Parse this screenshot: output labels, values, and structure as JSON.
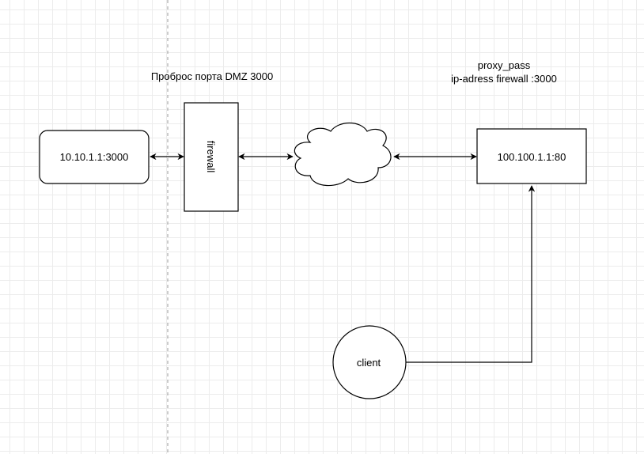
{
  "diagram": {
    "nodes": {
      "internal_server": {
        "label": "10.10.1.1:3000"
      },
      "firewall": {
        "label": "firewall"
      },
      "internet": {
        "label": ""
      },
      "proxy_server": {
        "label": "100.100.1.1:80"
      },
      "client": {
        "label": "client"
      }
    },
    "annotations": {
      "port_forward": "Проброс порта DMZ 3000",
      "proxy_line1": "proxy_pass",
      "proxy_line2": "ip-adress firewall :3000"
    },
    "edges": [
      {
        "from": "internal_server",
        "to": "firewall",
        "direction": "both"
      },
      {
        "from": "firewall",
        "to": "internet",
        "direction": "both"
      },
      {
        "from": "internet",
        "to": "proxy_server",
        "direction": "both"
      },
      {
        "from": "client",
        "to": "proxy_server",
        "direction": "forward"
      }
    ]
  }
}
